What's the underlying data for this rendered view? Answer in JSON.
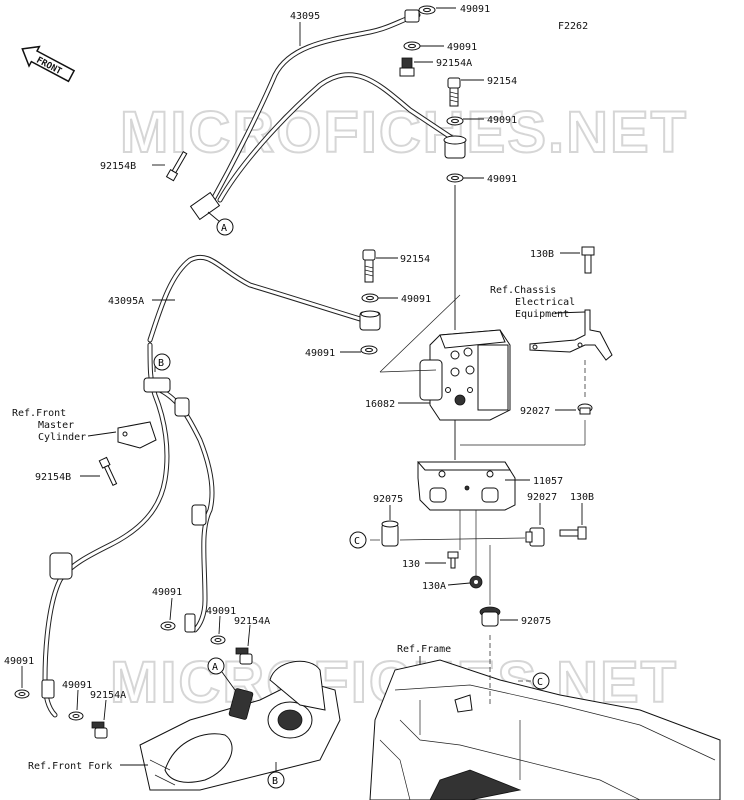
{
  "figure_code": "F2262",
  "front_badge": "FRONT",
  "watermark": [
    "MICROFICHES.NET",
    "MICROFICHES.NET"
  ],
  "part_labels": {
    "p43095": "43095",
    "p49091_a": "49091",
    "p49091_b": "49091",
    "p92154A_a": "92154A",
    "p92154_a": "92154",
    "p49091_c": "49091",
    "p92154B_a": "92154B",
    "p49091_d": "49091",
    "p92154_b": "92154",
    "p43095A": "43095A",
    "p49091_e": "49091",
    "p49091_f": "49091",
    "p130B_a": "130B",
    "p16082": "16082",
    "p92027_a": "92027",
    "p11057": "11057",
    "p92075_a": "92075",
    "p92027_b": "92027",
    "p130B_b": "130B",
    "p92154B_b": "92154B",
    "p130": "130",
    "p130A": "130A",
    "p92075_b": "92075",
    "p49091_g": "49091",
    "p49091_h": "49091",
    "p92154A_b": "92154A",
    "p49091_i": "49091",
    "p49091_j": "49091",
    "p92154A_c": "92154A"
  },
  "refs": {
    "chassis": [
      "Ref.Chassis",
      "Electrical",
      "Equipment"
    ],
    "master": [
      "Ref.Front",
      "Master",
      "Cylinder"
    ],
    "frame": "Ref.Frame",
    "fork": "Ref.Front Fork"
  },
  "callouts": {
    "A1": "A",
    "B1": "B",
    "C1": "C",
    "A2": "A",
    "C2": "C",
    "B2": "B"
  }
}
